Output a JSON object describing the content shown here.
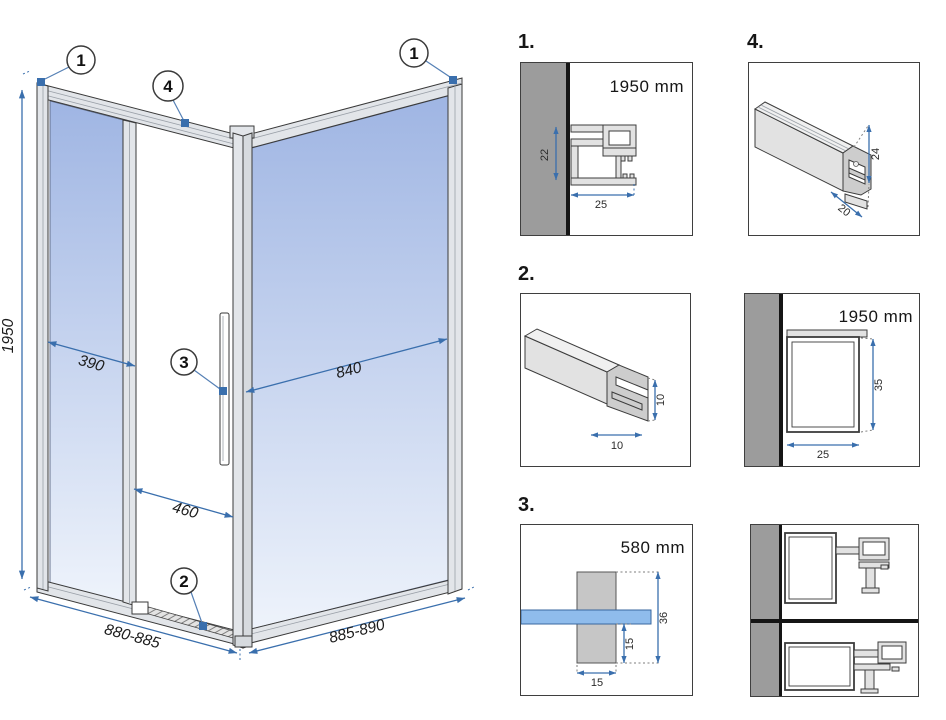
{
  "main": {
    "dims": {
      "height": "1950",
      "fixed": "390",
      "panel": "840",
      "door": "460",
      "width_front": "880-885",
      "width_side": "885-890"
    },
    "callouts": {
      "left_top": "1",
      "top_bar": "4",
      "right_top": "1",
      "handle": "3",
      "rail": "2"
    }
  },
  "details": {
    "d1": {
      "label": "1.",
      "length": "1950 mm",
      "depth": "22",
      "width": "25"
    },
    "d4": {
      "label": "4.",
      "height": "24",
      "width": "20"
    },
    "d2": {
      "label": "2.",
      "height": "10",
      "width": "10"
    },
    "dwall": {
      "length": "1950 mm",
      "height": "35",
      "width": "25"
    },
    "d3": {
      "label": "3.",
      "length": "580 mm",
      "height_total": "36",
      "height_lower": "15",
      "width": "15"
    }
  },
  "colors": {
    "dim_blue": "#3a6fad",
    "leader_blue": "#5580b5",
    "glass_top": "#9fb5e3",
    "glass_bottom": "#eef3fb",
    "glass_bar": "#8fbcec",
    "wall_gray": "#9c9c9c",
    "outline_dark": "#3a3a3a",
    "frame_fill": "#e2e5e9",
    "frame_fill_dark": "#d6dade",
    "profile_fill": "#e2e2e2",
    "profile_dark": "#cdcdcd",
    "black_line": "#151515"
  }
}
